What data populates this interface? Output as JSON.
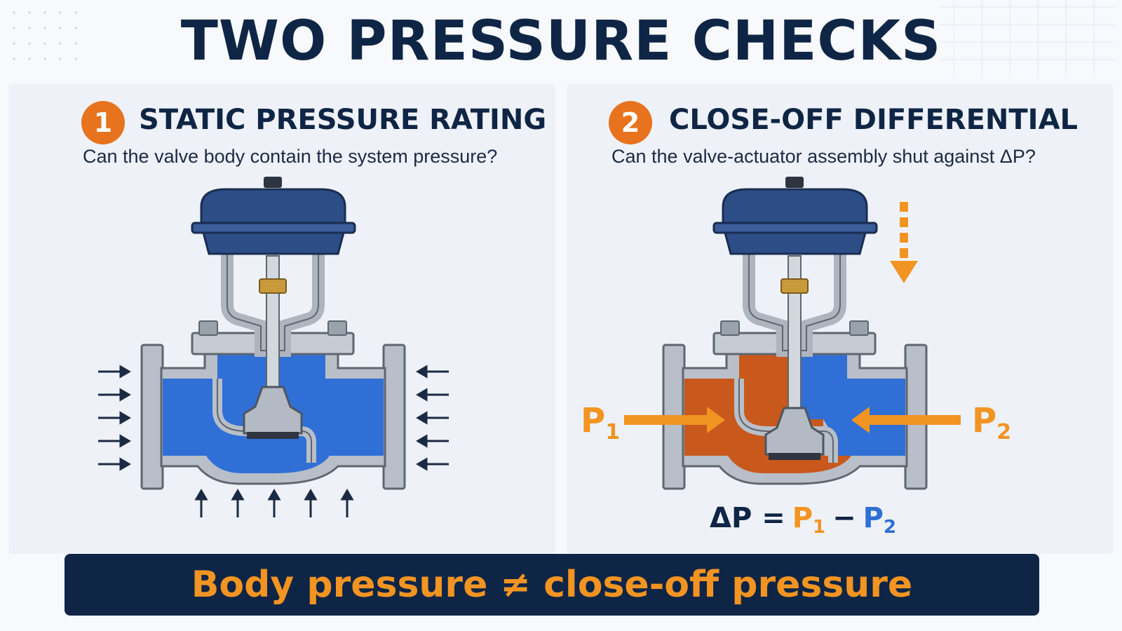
{
  "title": "TWO PRESSURE CHECKS",
  "panels": [
    {
      "number": "1",
      "heading": "STATIC PRESSURE RATING",
      "question": "Can the valve body contain the system pressure?"
    },
    {
      "number": "2",
      "heading": "CLOSE-OFF DIFFERENTIAL",
      "question": "Can the valve-actuator assembly shut against ΔP?",
      "p1": {
        "base": "P",
        "sub": "1"
      },
      "p2": {
        "base": "P",
        "sub": "2"
      },
      "equation": {
        "lhs": "ΔP =",
        "minus": "−"
      }
    }
  ],
  "banner": "Body pressure ≠ close-off pressure",
  "colors": {
    "navy": "#0f2545",
    "orange": "#e8731f",
    "fluid_blue": "#2f6fd6",
    "fluid_orange": "#c8581c",
    "steel": "#b8bfc8"
  }
}
